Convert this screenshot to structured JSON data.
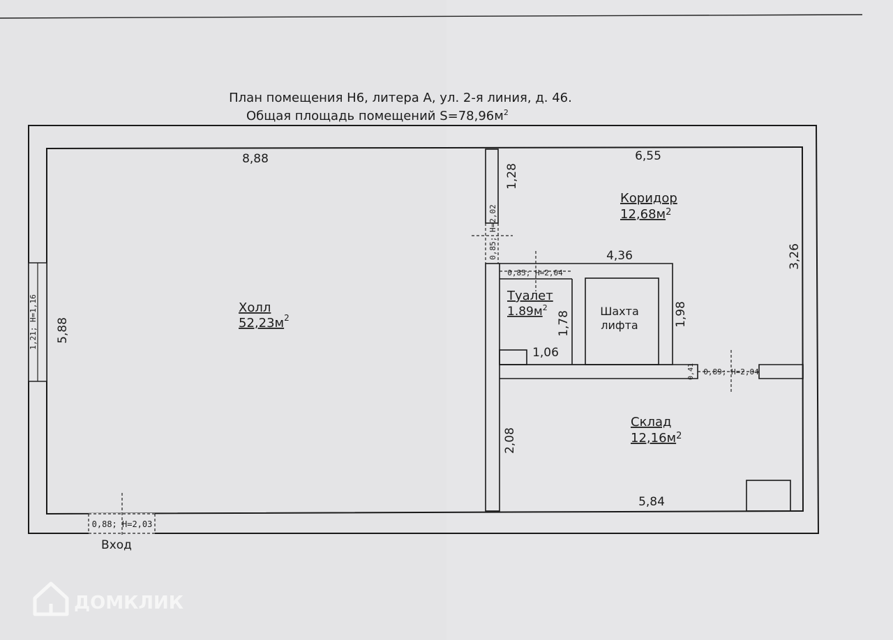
{
  "title": {
    "line1": "План помещения Н6, литера А, ул. 2-я линия, д. 46.",
    "line2": "Общая площадь помещений S=78,96м",
    "line2_sup": "2"
  },
  "rooms": {
    "hall": {
      "name": "Холл",
      "area": "52,23м",
      "sup": "2"
    },
    "corridor": {
      "name": "Коридор",
      "area": "12,68м",
      "sup": "2"
    },
    "toilet": {
      "name": "Туалет",
      "area": "1.89м",
      "sup": "2"
    },
    "storage": {
      "name": "Склад",
      "area": "12,16м",
      "sup": "2"
    },
    "shaft": {
      "line1": "Шахта",
      "line2": "лифта"
    }
  },
  "dimensions": {
    "hall_top": "8,88",
    "hall_left": "5,88",
    "corridor_top": "6,55",
    "partition_top": "1,28",
    "shaft_top": "4,36",
    "right_wall": "3,26",
    "shaft_right": "1,98",
    "toilet_height": "1,78",
    "toilet_ledge": "1,06",
    "partition_bottom": "2,08",
    "storage_bottom": "5,84",
    "wall_thickness": "0,41"
  },
  "doors": {
    "window_left": "1,21; H=1,16",
    "partition_door": "0,85; H=2,02",
    "toilet_door": "0,85; H=2,04",
    "storage_door": "0,89; H=2,04",
    "entrance_door": "0,88; H=2,03"
  },
  "entrance_label": "Вход",
  "watermark": "ДОМКЛИК"
}
